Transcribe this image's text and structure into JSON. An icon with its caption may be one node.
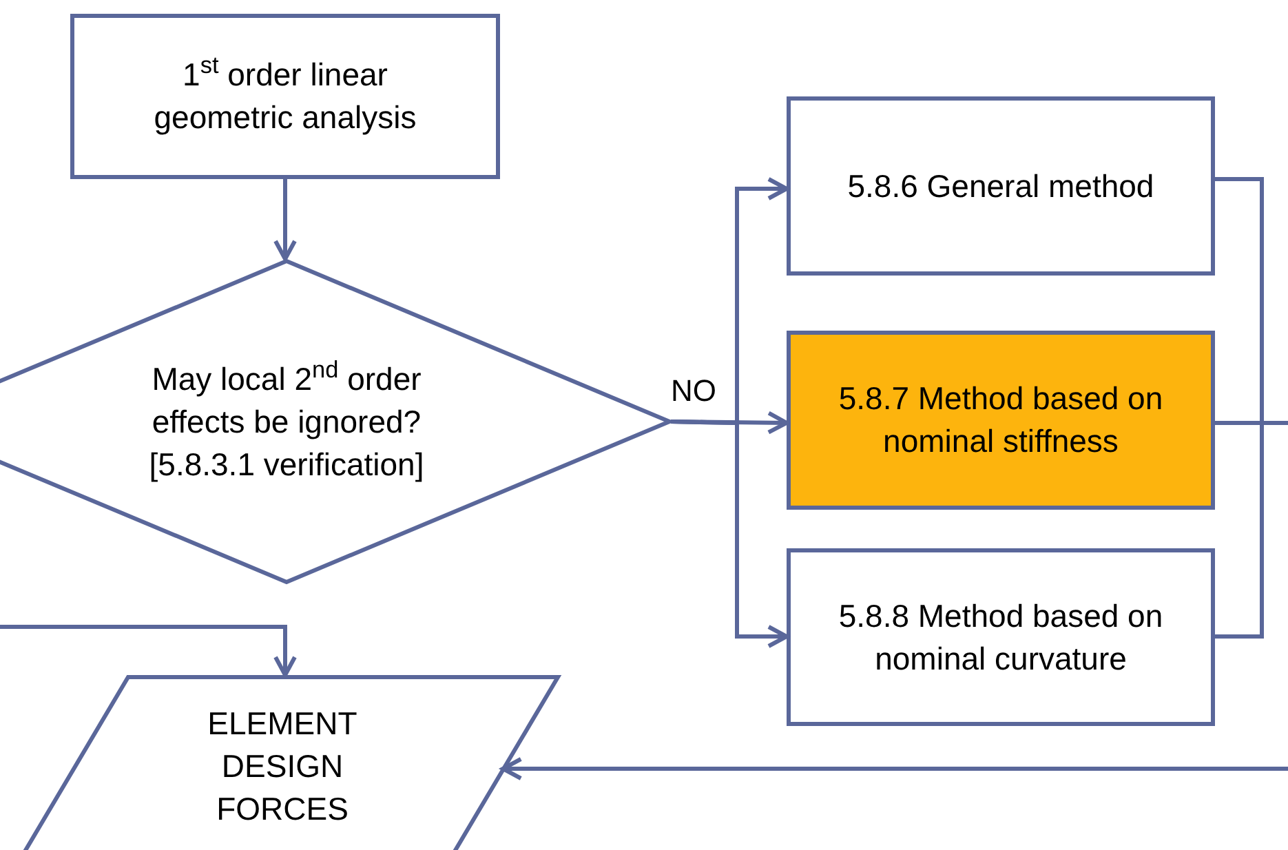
{
  "diagram": {
    "nodes": [
      {
        "text": [
          "1$^{st}$ order linear geometric analysis"
        ]
      },
      {
        "text": [
          "May local 2$^{nd}$ order effects be ignored? [5.8.3.1 verification]"
        ]
      },
      {
        "text": [
          "5.8.6 General method"
        ]
      },
      {
        "text": [
          "5.8.7 Method based on nominal stiffness"
        ]
      },
      {
        "text": [
          "5.8.8 Method based on nominal curvature"
        ]
      },
      {
        "text": [
          "ELEMENT DESIGN FORCES"
        ]
      }
    ],
    "edges": [
      {
        "from": 0,
        "to": 1,
        "arrow": "to"
      },
      {
        "from": 1,
        "to": 2,
        "arrow": "to"
      },
      {
        "from": 1,
        "to": 3,
        "arrow": "to",
        "label": "NO"
      },
      {
        "from": 1,
        "to": 4,
        "arrow": "to"
      },
      {
        "from": 2,
        "to": null,
        "arrow": "none"
      },
      {
        "from": 3,
        "to": null,
        "arrow": "none"
      },
      {
        "from": 4,
        "to": null,
        "arrow": "none"
      },
      {
        "from": null,
        "to": 5,
        "arrow": "to"
      },
      {
        "from": null,
        "to": 5,
        "arrow": "to"
      }
    ]
  }
}
